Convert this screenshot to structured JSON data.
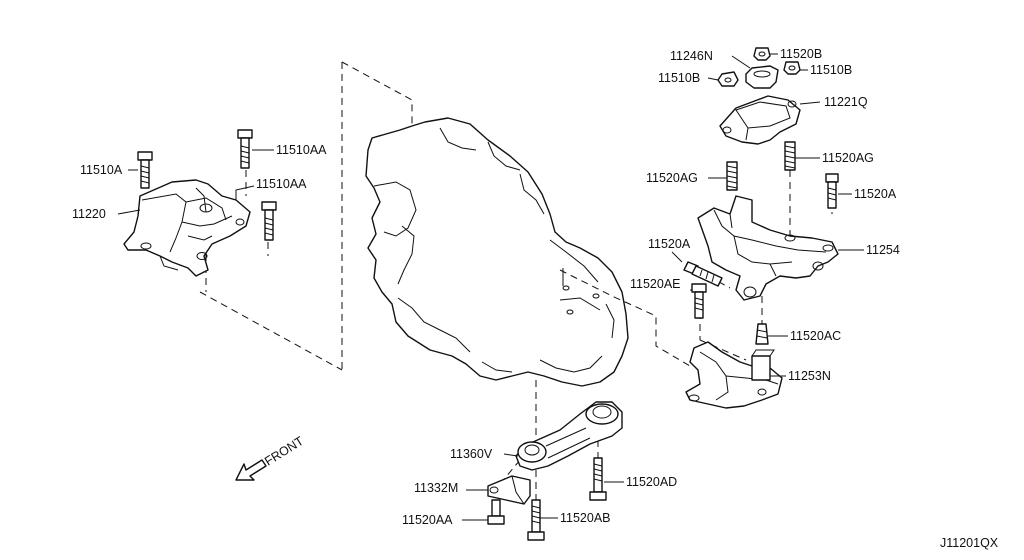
{
  "diagram_id": "J11201QX",
  "front_label": "FRONT",
  "parts": [
    {
      "key": "p11510A",
      "text": "11510A"
    },
    {
      "key": "p11510AA_1",
      "text": "11510AA"
    },
    {
      "key": "p11510AA_2",
      "text": "11510AA"
    },
    {
      "key": "p11220",
      "text": "11220"
    },
    {
      "key": "p11246N",
      "text": "11246N"
    },
    {
      "key": "p11520B",
      "text": "11520B"
    },
    {
      "key": "p11510B_1",
      "text": "11510B"
    },
    {
      "key": "p11510B_2",
      "text": "11510B"
    },
    {
      "key": "p11221Q",
      "text": "11221Q"
    },
    {
      "key": "p11520AG_1",
      "text": "11520AG"
    },
    {
      "key": "p11520AG_2",
      "text": "11520AG"
    },
    {
      "key": "p11520A_1",
      "text": "11520A"
    },
    {
      "key": "p11520A_2",
      "text": "11520A"
    },
    {
      "key": "p11254",
      "text": "11254"
    },
    {
      "key": "p11520AE",
      "text": "11520AE"
    },
    {
      "key": "p11520AC",
      "text": "11520AC"
    },
    {
      "key": "p11253N",
      "text": "11253N"
    },
    {
      "key": "p11360V",
      "text": "11360V"
    },
    {
      "key": "p11520AD",
      "text": "11520AD"
    },
    {
      "key": "p11332M",
      "text": "11332M"
    },
    {
      "key": "p11520AA",
      "text": "11520AA"
    },
    {
      "key": "p11520AB",
      "text": "11520AB"
    }
  ]
}
